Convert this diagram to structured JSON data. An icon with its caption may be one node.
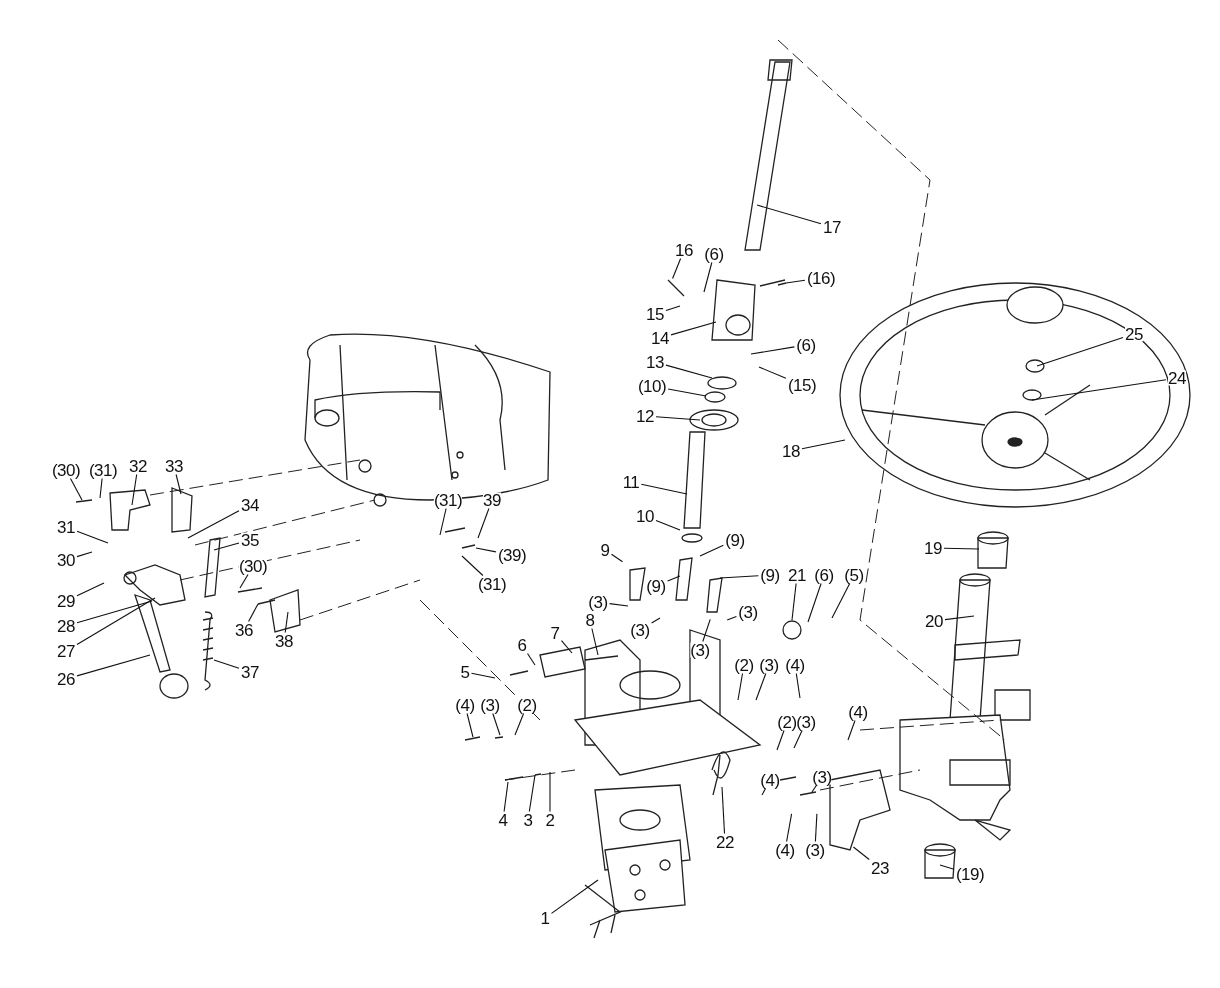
{
  "diagram": {
    "nodes": [
      {
        "text": [
          "17"
        ]
      },
      {
        "text": [
          "16"
        ]
      },
      {
        "text": [
          "(6)"
        ]
      },
      {
        "text": [
          "(16)"
        ]
      },
      {
        "text": [
          "15"
        ]
      },
      {
        "text": [
          "14"
        ]
      },
      {
        "text": [
          "(6)"
        ]
      },
      {
        "text": [
          "13"
        ]
      },
      {
        "text": [
          "(10)"
        ]
      },
      {
        "text": [
          "(15)"
        ]
      },
      {
        "text": [
          "12"
        ]
      },
      {
        "text": [
          "25"
        ]
      },
      {
        "text": [
          "24"
        ]
      },
      {
        "text": [
          "18"
        ]
      },
      {
        "text": [
          "(30)"
        ]
      },
      {
        "text": [
          "(31)"
        ]
      },
      {
        "text": [
          "32"
        ]
      },
      {
        "text": [
          "33"
        ]
      },
      {
        "text": [
          "(31)"
        ]
      },
      {
        "text": [
          "39"
        ]
      },
      {
        "text": [
          "11"
        ]
      },
      {
        "text": [
          "34"
        ]
      },
      {
        "text": [
          "31"
        ]
      },
      {
        "text": [
          "10"
        ]
      },
      {
        "text": [
          "35"
        ]
      },
      {
        "text": [
          "(39)"
        ]
      },
      {
        "text": [
          "19"
        ]
      },
      {
        "text": [
          "30"
        ]
      },
      {
        "text": [
          "9"
        ]
      },
      {
        "text": [
          "(9)"
        ]
      },
      {
        "text": [
          "(9)"
        ]
      },
      {
        "text": [
          "(3)"
        ]
      },
      {
        "text": [
          "(31)"
        ]
      },
      {
        "text": [
          "(9)"
        ]
      },
      {
        "text": [
          "21"
        ]
      },
      {
        "text": [
          "(6)"
        ]
      },
      {
        "text": [
          "(5)"
        ]
      },
      {
        "text": [
          "(3)"
        ]
      },
      {
        "text": [
          "(3)"
        ]
      },
      {
        "text": [
          "(3)"
        ]
      },
      {
        "text": [
          "29"
        ]
      },
      {
        "text": [
          "20"
        ]
      },
      {
        "text": [
          "8"
        ]
      },
      {
        "text": [
          "7"
        ]
      },
      {
        "text": [
          "28"
        ]
      },
      {
        "text": [
          "(30)"
        ]
      },
      {
        "text": [
          "36"
        ]
      },
      {
        "text": [
          "38"
        ]
      },
      {
        "text": [
          "6"
        ]
      },
      {
        "text": [
          "27"
        ]
      },
      {
        "text": [
          "5"
        ]
      },
      {
        "text": [
          "(2)"
        ]
      },
      {
        "text": [
          "(3)"
        ]
      },
      {
        "text": [
          "(4)"
        ]
      },
      {
        "text": [
          "(2)"
        ]
      },
      {
        "text": [
          "(3)"
        ]
      },
      {
        "text": [
          "(4)"
        ]
      },
      {
        "text": [
          "(4)"
        ]
      },
      {
        "text": [
          "(3)"
        ]
      },
      {
        "text": [
          "(4)"
        ]
      },
      {
        "text": [
          "(3)"
        ]
      },
      {
        "text": [
          "(2)"
        ]
      },
      {
        "text": [
          "26"
        ]
      },
      {
        "text": [
          "37"
        ]
      },
      {
        "text": [
          "4"
        ]
      },
      {
        "text": [
          "3"
        ]
      },
      {
        "text": [
          "2"
        ]
      },
      {
        "text": [
          "(4)"
        ]
      },
      {
        "text": [
          "(3)"
        ]
      },
      {
        "text": [
          "22"
        ]
      },
      {
        "text": [
          "23"
        ]
      },
      {
        "text": [
          "(19)"
        ]
      },
      {
        "text": [
          "1"
        ]
      }
    ],
    "edges": [
      {
        "from": 0,
        "to": null,
        "arrow": "none"
      },
      {
        "from": 1,
        "to": null,
        "arrow": "none"
      },
      {
        "from": 2,
        "to": null,
        "arrow": "none"
      },
      {
        "from": 3,
        "to": null,
        "arrow": "none"
      },
      {
        "from": 4,
        "to": null,
        "arrow": "none"
      },
      {
        "from": 5,
        "to": null,
        "arrow": "none"
      },
      {
        "from": 6,
        "to": null,
        "arrow": "none"
      },
      {
        "from": 7,
        "to": null,
        "arrow": "none"
      },
      {
        "from": 8,
        "to": null,
        "arrow": "none"
      },
      {
        "from": 9,
        "to": null,
        "arrow": "none"
      },
      {
        "from": 10,
        "to": null,
        "arrow": "none"
      },
      {
        "from": 11,
        "to": null,
        "arrow": "none"
      },
      {
        "from": 12,
        "to": null,
        "arrow": "none"
      },
      {
        "from": 13,
        "to": null,
        "arrow": "none"
      },
      {
        "from": 14,
        "to": null,
        "arrow": "none"
      },
      {
        "from": 15,
        "to": null,
        "arrow": "none"
      },
      {
        "from": 16,
        "to": null,
        "arrow": "none"
      },
      {
        "from": 17,
        "to": null,
        "arrow": "none"
      },
      {
        "from": 18,
        "to": null,
        "arrow": "none"
      },
      {
        "from": 19,
        "to": null,
        "arrow": "none"
      },
      {
        "from": 20,
        "to": null,
        "arrow": "none"
      },
      {
        "from": 21,
        "to": null,
        "arrow": "none"
      },
      {
        "from": 22,
        "to": null,
        "arrow": "none"
      },
      {
        "from": 23,
        "to": null,
        "arrow": "none"
      },
      {
        "from": 24,
        "to": null,
        "arrow": "none"
      },
      {
        "from": 25,
        "to": null,
        "arrow": "none"
      },
      {
        "from": 26,
        "to": null,
        "arrow": "none"
      },
      {
        "from": 27,
        "to": null,
        "arrow": "none"
      },
      {
        "from": 28,
        "to": null,
        "arrow": "none"
      },
      {
        "from": 29,
        "to": null,
        "arrow": "none"
      },
      {
        "from": 30,
        "to": null,
        "arrow": "none"
      },
      {
        "from": 31,
        "to": null,
        "arrow": "none"
      },
      {
        "from": 32,
        "to": null,
        "arrow": "none"
      },
      {
        "from": 33,
        "to": null,
        "arrow": "none"
      },
      {
        "from": 34,
        "to": null,
        "arrow": "none"
      },
      {
        "from": 35,
        "to": null,
        "arrow": "none"
      },
      {
        "from": 36,
        "to": null,
        "arrow": "none"
      },
      {
        "from": 37,
        "to": null,
        "arrow": "none"
      },
      {
        "from": 38,
        "to": null,
        "arrow": "none"
      },
      {
        "from": 39,
        "to": null,
        "arrow": "none"
      },
      {
        "from": 40,
        "to": null,
        "arrow": "none"
      },
      {
        "from": 41,
        "to": null,
        "arrow": "none"
      },
      {
        "from": 42,
        "to": null,
        "arrow": "none"
      },
      {
        "from": 43,
        "to": null,
        "arrow": "none"
      },
      {
        "from": 44,
        "to": null,
        "arrow": "none"
      },
      {
        "from": 45,
        "to": null,
        "arrow": "none"
      },
      {
        "from": 46,
        "to": null,
        "arrow": "none"
      },
      {
        "from": 47,
        "to": null,
        "arrow": "none"
      },
      {
        "from": 48,
        "to": null,
        "arrow": "none"
      },
      {
        "from": 49,
        "to": null,
        "arrow": "none"
      },
      {
        "from": 50,
        "to": null,
        "arrow": "none"
      },
      {
        "from": 51,
        "to": null,
        "arrow": "none"
      },
      {
        "from": 52,
        "to": null,
        "arrow": "none"
      },
      {
        "from": 53,
        "to": null,
        "arrow": "none"
      },
      {
        "from": 54,
        "to": null,
        "arrow": "none"
      },
      {
        "from": 55,
        "to": null,
        "arrow": "none"
      },
      {
        "from": 56,
        "to": null,
        "arrow": "none"
      },
      {
        "from": 57,
        "to": null,
        "arrow": "none"
      },
      {
        "from": 58,
        "to": null,
        "arrow": "none"
      },
      {
        "from": 59,
        "to": null,
        "arrow": "none"
      },
      {
        "from": 60,
        "to": null,
        "arrow": "none"
      },
      {
        "from": 61,
        "to": null,
        "arrow": "none"
      },
      {
        "from": 62,
        "to": null,
        "arrow": "none"
      },
      {
        "from": 63,
        "to": null,
        "arrow": "none"
      },
      {
        "from": 64,
        "to": null,
        "arrow": "none"
      },
      {
        "from": 65,
        "to": null,
        "arrow": "none"
      },
      {
        "from": 66,
        "to": null,
        "arrow": "none"
      },
      {
        "from": 67,
        "to": null,
        "arrow": "none"
      },
      {
        "from": 68,
        "to": null,
        "arrow": "none"
      },
      {
        "from": 69,
        "to": null,
        "arrow": "none"
      },
      {
        "from": 70,
        "to": null,
        "arrow": "none"
      },
      {
        "from": 71,
        "to": null,
        "arrow": "none"
      },
      {
        "from": 72,
        "to": null,
        "arrow": "none"
      }
    ]
  }
}
